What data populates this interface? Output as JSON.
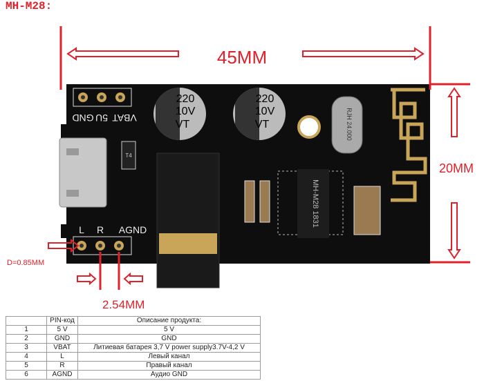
{
  "title": "MH-M28:",
  "dimensions": {
    "width": "45MM",
    "height": "20MM",
    "pin_pitch": "2.54MM",
    "hole": "D=0.85MM"
  },
  "board": {
    "top_pins": [
      "GND",
      "5U",
      "VBAT"
    ],
    "bottom_pins": [
      "L",
      "R",
      "AGND"
    ],
    "capacitor_lines": [
      "220",
      "10V",
      "VT"
    ],
    "crystal": [
      "RJH",
      "24.000"
    ],
    "chip": [
      "MH-M28",
      "1831"
    ],
    "diode": "T4"
  },
  "table": {
    "headers": [
      "",
      "PIN-код",
      "Описание продукта:"
    ],
    "rows": [
      [
        "1",
        "5 V",
        "5 V"
      ],
      [
        "2",
        "GND",
        "GND"
      ],
      [
        "3",
        "VBAT",
        "Литиевая батарея 3,7 V power supply3.7V-4,2 V"
      ],
      [
        "4",
        "L",
        "Левый канал"
      ],
      [
        "5",
        "R",
        "Правый канал"
      ],
      [
        "6",
        "AGND",
        "Аудио GND"
      ]
    ]
  },
  "colors": {
    "annotation": "#e0202a",
    "board": "#111111",
    "gold": "#c9a55a"
  }
}
